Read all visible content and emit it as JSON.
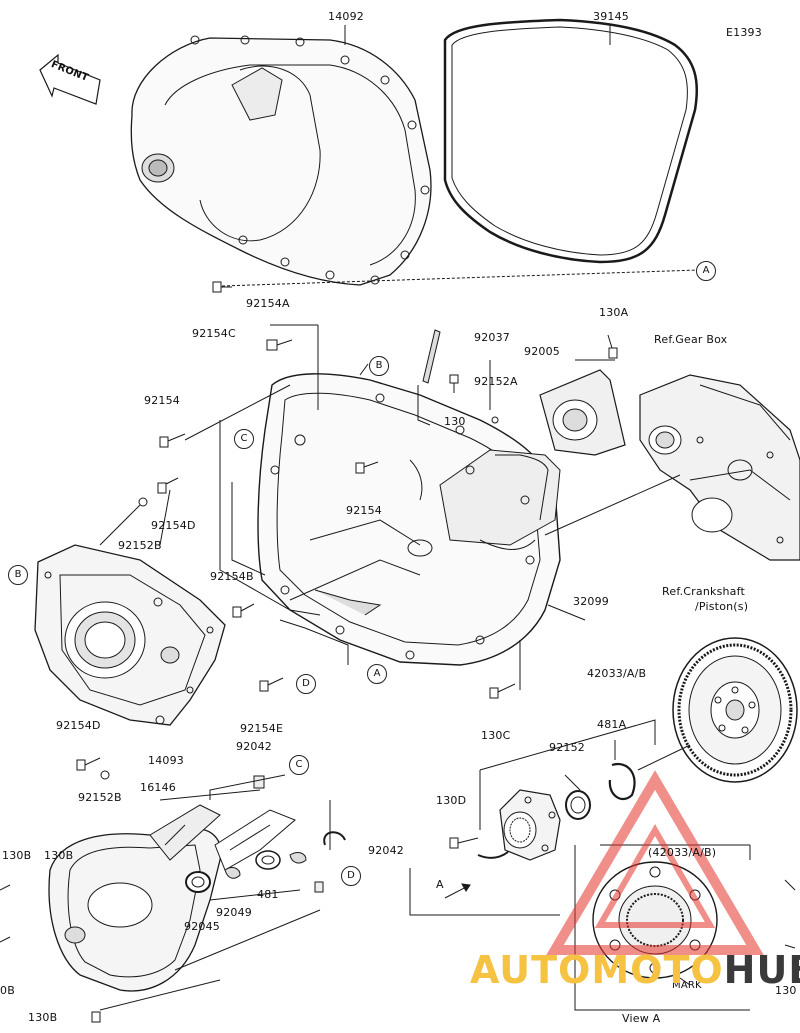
{
  "diagram_code": "E1393",
  "front_label": "FRONT",
  "watermark": {
    "part1": "AUTOMOTO",
    "part2": "HUB",
    "accent_color": "#e4322b",
    "text_color": "#f5c242"
  },
  "view_caption": "View A",
  "mark_label": "MARK",
  "inset_title": "(42033/A/B)",
  "labels": {
    "p14092": "14092",
    "p39145": "39145",
    "p92154C": "92154C",
    "p92154A": "92154A",
    "p92037": "92037",
    "p92005": "92005",
    "p130A": "130A",
    "p92152A": "92152A",
    "p130": "130",
    "ref_gear_box": "Ref.Gear Box",
    "p92154": "92154",
    "p92154_b": "92154",
    "p92154D": "92154D",
    "p92152B": "92152B",
    "p92154B": "92154B",
    "p32099": "32099",
    "ref_crankshaft": "Ref.Crankshaft",
    "ref_piston": "/Piston(s)",
    "p42033": "42033/A/B",
    "p481A": "481A",
    "p92152": "92152",
    "p130C": "130C",
    "p92154E": "92154E",
    "p92154D_b": "92154D",
    "p14093": "14093",
    "p92042": "92042",
    "p92152B_b": "92152B",
    "p16146": "16146",
    "p130D": "130D",
    "p92042_b": "92042",
    "p92049": "92049",
    "p481": "481",
    "p92045": "92045",
    "p130B": "130B",
    "p130B_left": "130B",
    "p130B_mid": "130B",
    "p130_frag_left": "0B",
    "p130_frag_right": "130"
  },
  "callouts": {
    "A1": "A",
    "A2": "A",
    "A3": "A",
    "B1": "B",
    "B2": "B",
    "C1": "C",
    "C2": "C",
    "D1": "D",
    "D2": "D"
  }
}
